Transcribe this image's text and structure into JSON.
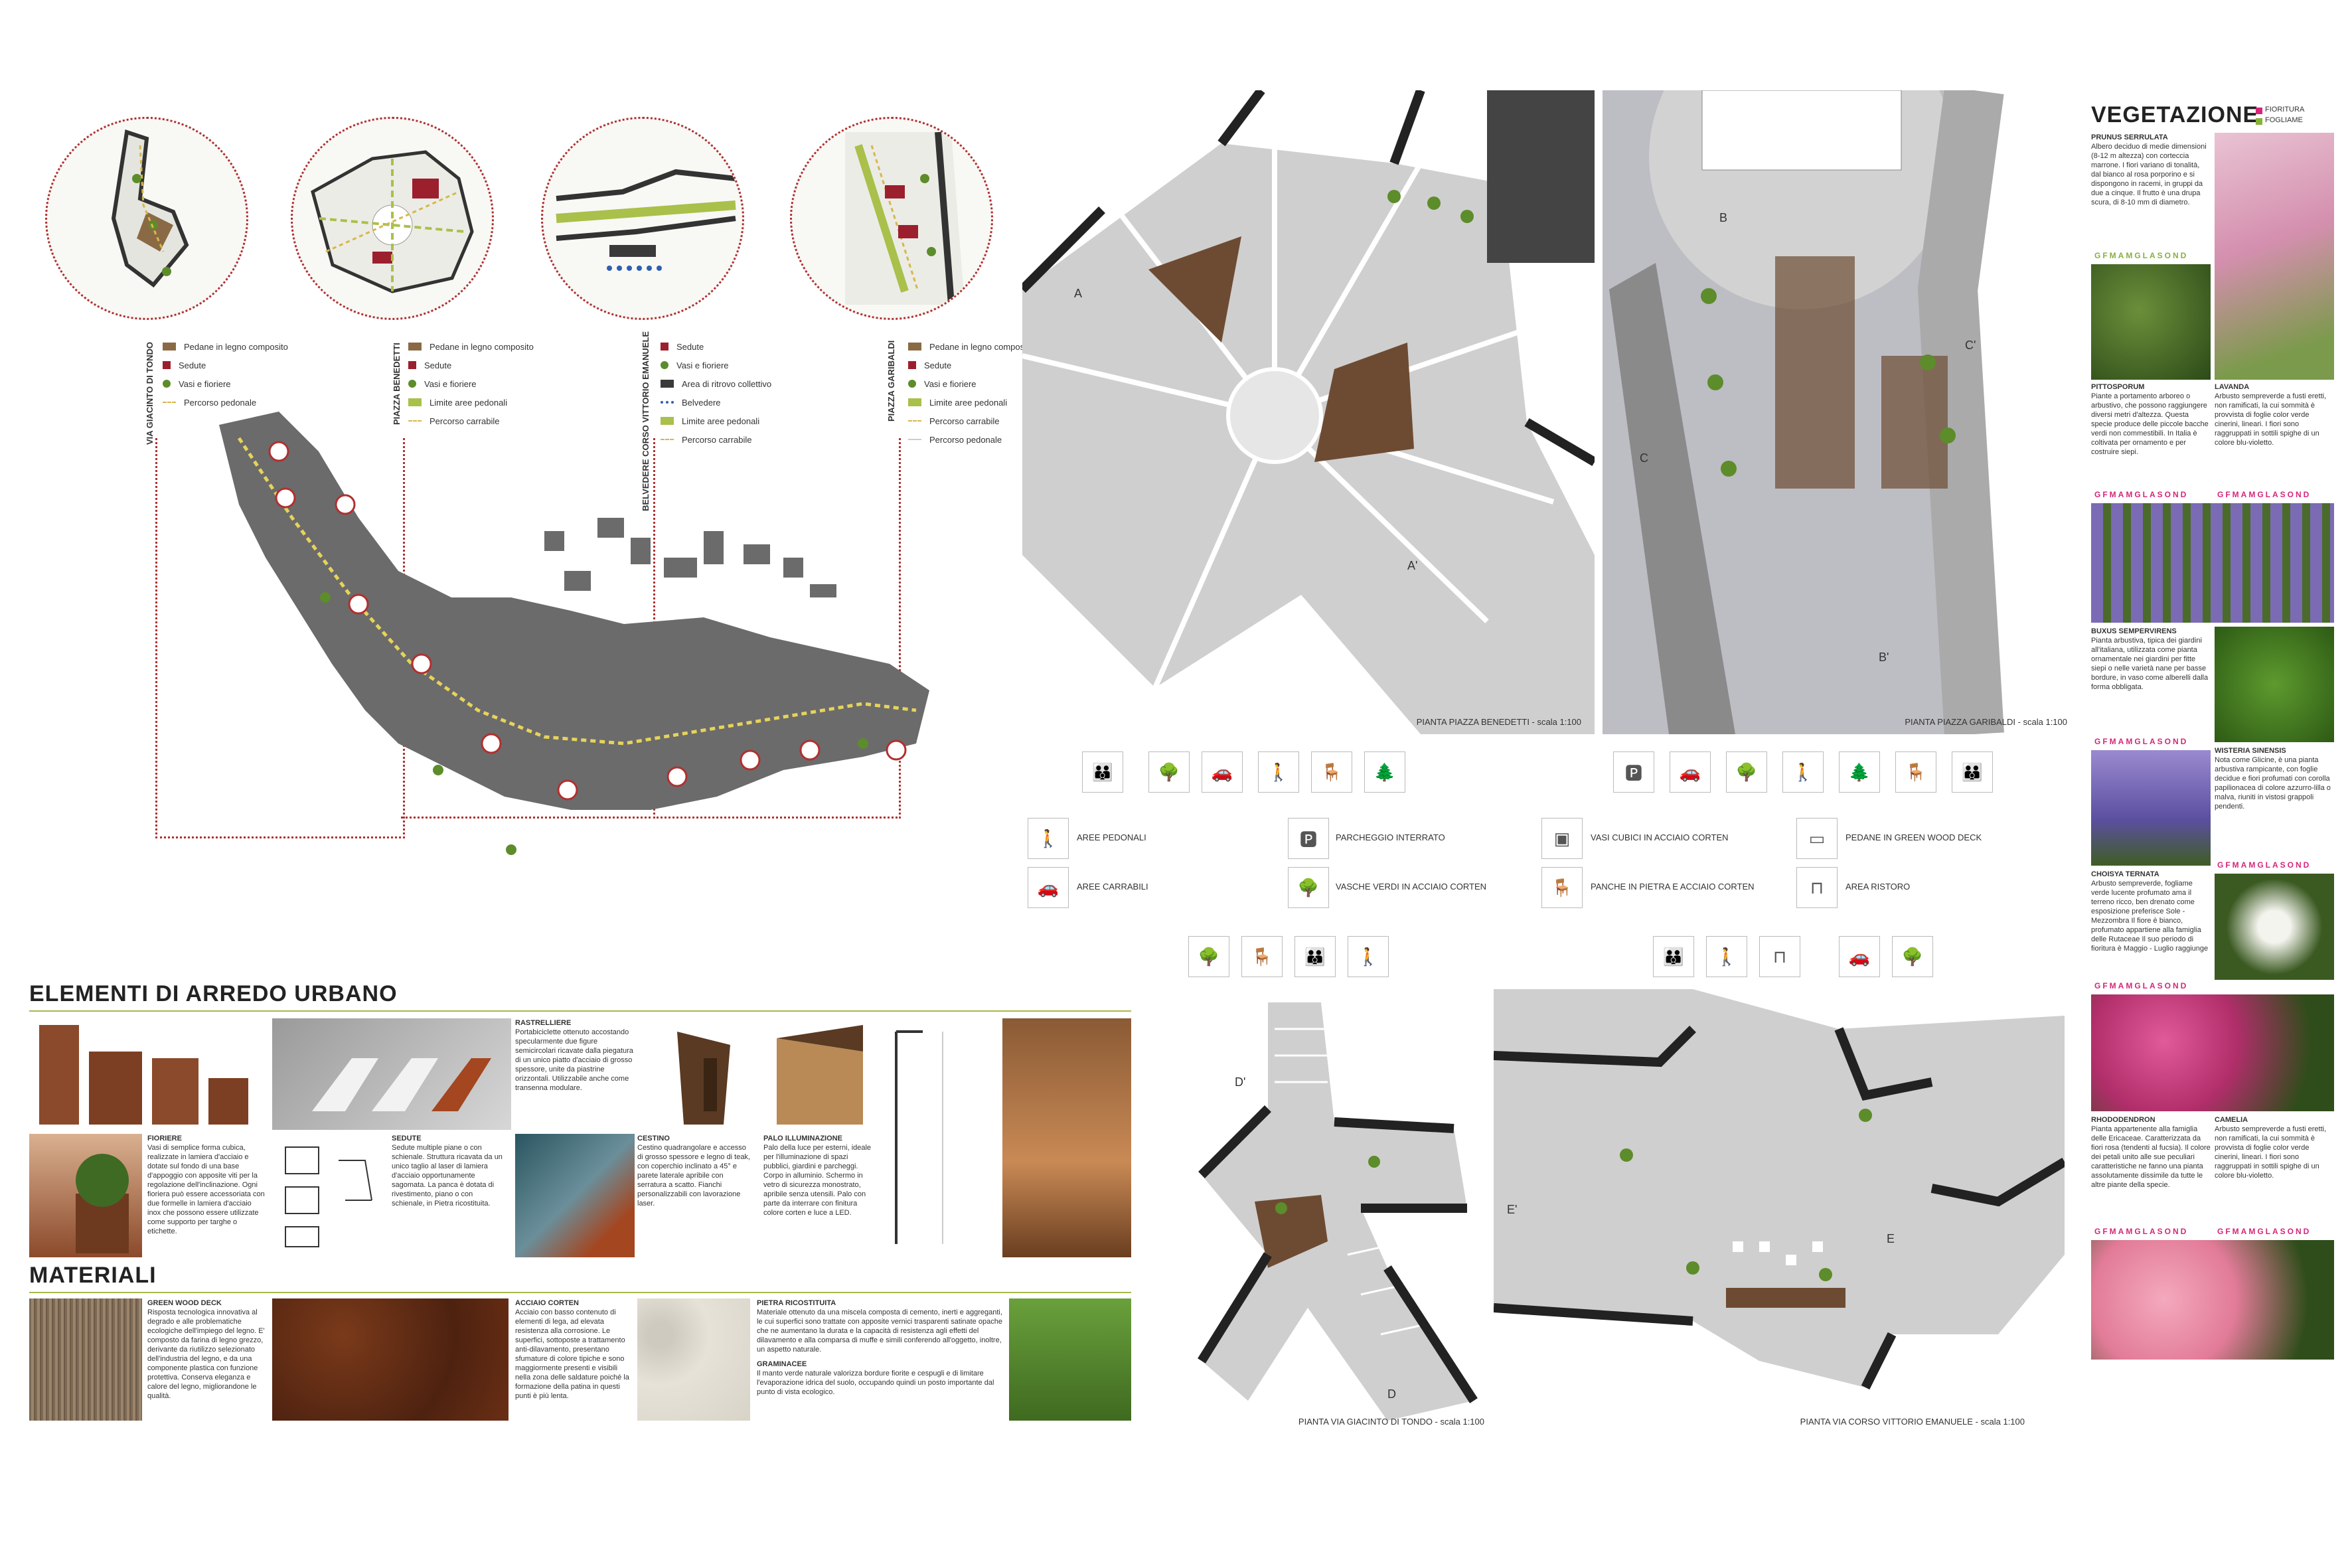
{
  "circles": [
    {
      "title": "VIA GIACINTO DI TONDO",
      "legend": [
        "Pedane in legno composito",
        "Sedute",
        "Vasi e fioriere",
        "Percorso pedonale"
      ]
    },
    {
      "title": "PIAZZA BENEDETTI",
      "legend": [
        "Pedane in legno composito",
        "Sedute",
        "Vasi e fioriere",
        "Limite aree pedonali",
        "Percorso carrabile"
      ]
    },
    {
      "title": "BELVEDERE CORSO VITTORIO EMANUELE",
      "legend": [
        "Sedute",
        "Vasi e fioriere",
        "Area di ritrovo collettivo",
        "Belvedere",
        "Limite aree pedonali",
        "Percorso carrabile"
      ]
    },
    {
      "title": "PIAZZA GARIBALDI",
      "legend": [
        "Pedane in legno composito",
        "Sedute",
        "Vasi e fioriere",
        "Limite aree pedonali",
        "Percorso carrabile",
        "Percorso pedonale"
      ]
    }
  ],
  "colors": {
    "wood": "#8a6a44",
    "seat": "#9c1f2e",
    "green": "#5d8c2b",
    "limit": "#a9c04a",
    "route": "#d7b74a",
    "accent": "#b03030",
    "pink": "#d5267a",
    "leaf": "#86b23a"
  },
  "plans": {
    "benedetti": "PIANTA PIAZZA BENEDETTI - scala 1:100",
    "garibaldi": "PIANTA PIAZZA GARIBALDI - scala 1:100",
    "giacinto": "PIANTA VIA GIACINTO DI TONDO - scala 1:100",
    "corso": "PIANTA VIA CORSO VITTORIO EMANUELE - scala 1:100",
    "section_marks": [
      "A",
      "A'",
      "B",
      "B'",
      "C",
      "C'",
      "D",
      "D'",
      "E",
      "E'"
    ]
  },
  "symbols": [
    {
      "icon": "pedestrian-icon",
      "label": "AREE PEDONALI"
    },
    {
      "icon": "car-icon",
      "label": "AREE CARRABILI"
    },
    {
      "icon": "parking-icon",
      "label": "PARCHEGGIO INTERRATO"
    },
    {
      "icon": "tree-icon",
      "label": "VASCHE VERDI IN ACCIAIO CORTEN"
    },
    {
      "icon": "planter-icon",
      "label": "VASI CUBICI IN ACCIAIO CORTEN"
    },
    {
      "icon": "bench-icon",
      "label": "PANCHE IN PIETRA E ACCIAIO CORTEN"
    },
    {
      "icon": "deck-icon",
      "label": "PEDANE IN GREEN WOOD DECK"
    },
    {
      "icon": "table-icon",
      "label": "AREA RISTORO"
    }
  ],
  "arredo": {
    "title": "ELEMENTI DI ARREDO URBANO",
    "fioriere": {
      "name": "FIORIERE",
      "text": "Vasi di semplice forma cubica, realizzate in lamiera d'acciaio e dotate sul fondo di una base d'appoggio con apposite viti per la regolazione dell'inclinazione. Ogni fioriera può essere accessoriata con due formelle in lamiera d'acciaio inox che possono essere utilizzate come supporto per targhe o etichette."
    },
    "rastrelliere": {
      "name": "RASTRELLIERE",
      "text": "Portabiciclette ottenuto accostando specularmente due figure semicircolari ricavate dalla piegatura di un unico piatto d'acciaio di grosso spessore, unite da piastrine orizzontali. Utilizzabile anche come transenna modulare."
    },
    "sedute": {
      "name": "SEDUTE",
      "text": "Sedute multiple piane o con schienale. Struttura ricavata da un unico taglio al laser di lamiera d'acciaio opportunamente sagomata. La panca è dotata di rivestimento, piano o con schienale, in Pietra ricostituita."
    },
    "cestino": {
      "name": "CESTINO",
      "text": "Cestino quadrangolare e accesso di grosso spessore e legno di teak, con coperchio inclinato a 45° e parete laterale apribile con serratura a scatto. Fianchi personalizzabili con lavorazione laser."
    },
    "palo": {
      "name": "PALO ILLUMINAZIONE",
      "text": "Palo della luce per esterni, ideale per l'illuminazione di spazi pubblici, giardini e parcheggi. Corpo in alluminio. Schermo in vetro di sicurezza monostrato, apribile senza utensili. Palo con parte da interrare con finitura colore corten e luce a LED."
    }
  },
  "materiali": {
    "title": "MATERIALI",
    "green_wood": {
      "name": "GREEN WOOD DECK",
      "text": "Risposta tecnologica innovativa al degrado e alle problematiche ecologiche dell'impiego del legno. E' composto da farina di legno grezzo, derivante da riutilizzo selezionato dell'industria del legno, e da una componente plastica con funzione protettiva. Conserva eleganza e calore del legno, migliorandone le qualità."
    },
    "corten": {
      "name": "ACCIAIO CORTEN",
      "text": "Acciaio con basso contenuto di elementi di lega, ad elevata resistenza alla corrosione. Le superfici, sottoposte a trattamento anti-dilavamento, presentano sfumature di colore tipiche e sono maggiormente presenti e visibili nella zona delle saldature poiché la formazione della patina in questi punti è più lenta."
    },
    "pietra": {
      "name": "PIETRA RICOSTITUITA",
      "text": "Materiale ottenuto da una miscela composta di cemento, inerti e aggreganti, le cui superfici sono trattate con apposite vernici trasparenti satinate opache che ne aumentano la durata e la capacità di resistenza agli effetti del dilavamento e alla comparsa di muffe e simili conferendo all'oggetto, inoltre, un aspetto naturale."
    },
    "graminacee": {
      "name": "GRAMINACEE",
      "text": "Il manto verde naturale valorizza bordure fiorite e cespugli e di limitare l'evaporazione idrica del suolo, occupando quindi un posto importante dal punto di vista ecologico."
    }
  },
  "vegetazione": {
    "title": "VEGETAZIONE",
    "legend": [
      "FIORITURA",
      "FOGLIAME"
    ],
    "months": "GFMAMGLASOND",
    "plants": [
      {
        "name": "PRUNUS SERRULATA",
        "text": "Albero deciduo di medie dimensioni (8-12 m altezza) con corteccia marrone. I fiori variano di tonalità, dal bianco al rosa porporino e si dispongono in racemi, in gruppi da due a cinque. Il frutto è una drupa scura, di 8-10 mm di diametro."
      },
      {
        "name": "PITTOSPORUM",
        "text": "Piante a portamento arboreo o arbustivo, che possono raggiungere diversi metri d'altezza. Questa specie produce delle piccole bacche verdi non commestibili. In Italia è coltivata per ornamento e per costruire siepi."
      },
      {
        "name": "LAVANDA",
        "text": "Arbusto sempreverde a fusti eretti, non ramificati, la cui sommità è provvista di foglie color verde cinerini, lineari. I fiori sono raggruppati in sottili spighe di un colore blu-violetto."
      },
      {
        "name": "BUXUS SEMPERVIRENS",
        "text": "Pianta arbustiva, tipica dei giardini all'italiana, utilizzata come pianta ornamentale nei giardini per fitte siepi o nelle varietà nane per basse bordure, in vaso come alberelli dalla forma obbligata."
      },
      {
        "name": "WISTERIA SINENSIS",
        "text": "Nota come Glicine, è una pianta arbustiva rampicante, con foglie decidue e fiori profumati con corolla papilionacea di colore azzurro-lilla o malva, riuniti in vistosi grappoli pendenti."
      },
      {
        "name": "CHOISYA TERNATA",
        "text": "Arbusto sempreverde, fogliame verde lucente profumato ama il terreno ricco, ben drenato come esposizione preferisce Sole - Mezzombra Il fiore è bianco, profumato appartiene alla famiglia delle Rutaceae Il suo periodo di fioritura è Maggio - Luglio raggiunge"
      },
      {
        "name": "RHODODENDRON",
        "text": "Pianta appartenente alla famiglia delle Ericaceae. Caratterizzata da fiori rosa (tendenti al fucsia). Il colore dei petali unito alle sue peculiari caratteristiche ne fanno una pianta assolutamente dissimile da tutte le altre piante della specie."
      },
      {
        "name": "CAMELIA",
        "text": "Arbusto sempreverde a fusti eretti, non ramificati, la cui sommità è provvista di foglie color verde cinerini, lineari. I fiori sono raggruppati in sottili spighe di un colore blu-violetto."
      }
    ]
  }
}
